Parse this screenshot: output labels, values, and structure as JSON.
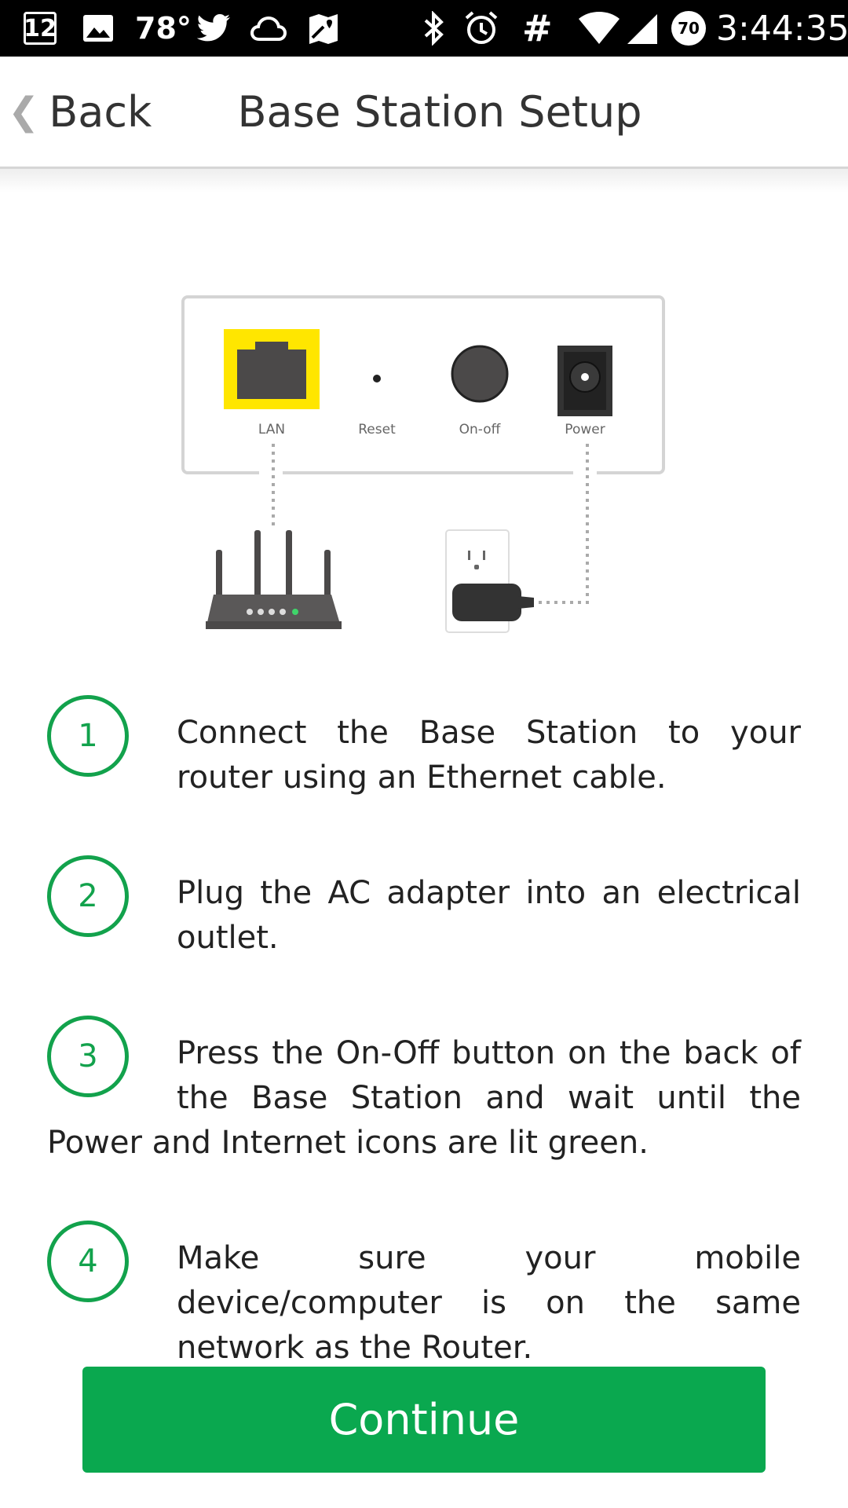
{
  "status_bar": {
    "notification_count": "12",
    "temperature": "78°",
    "signal_icon_label": "#",
    "battery_level": "70",
    "time": "3:44:35"
  },
  "header": {
    "back_label": "Back",
    "title": "Base Station Setup"
  },
  "diagram": {
    "labels": {
      "lan": "LAN",
      "reset": "Reset",
      "onoff": "On-off",
      "power": "Power"
    }
  },
  "steps": [
    {
      "number": "1",
      "text": "Connect the Base Station to your router using an Ethernet cable."
    },
    {
      "number": "2",
      "text": "Plug the AC adapter into an electrical outlet."
    },
    {
      "number": "3",
      "text": "Press the On-Off button on the back of the Base Station and wait until the Power and Internet icons are lit green."
    },
    {
      "number": "4",
      "text": "Make sure your mobile device/computer is on the same network as the Router."
    }
  ],
  "continue_label": "Continue",
  "colors": {
    "accent_green": "#0aa84f",
    "lan_highlight": "#ffe600",
    "status_bar": "#000000"
  }
}
